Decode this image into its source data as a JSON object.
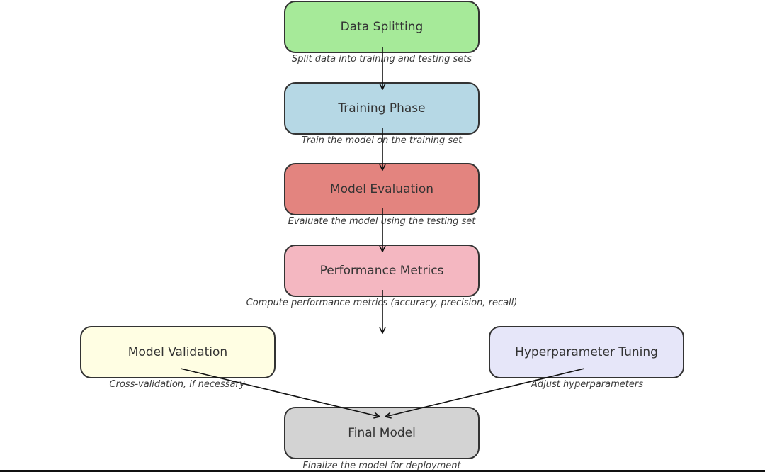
{
  "nodes": [
    {
      "id": "data_splitting",
      "label": "Data Splitting",
      "caption": "Split data into training and testing sets",
      "color": "#a6ea99"
    },
    {
      "id": "training_phase",
      "label": "Training Phase",
      "caption": "Train the model on the training set",
      "color": "#b6d8e5"
    },
    {
      "id": "model_evaluation",
      "label": "Model Evaluation",
      "caption": "Evaluate the model using the testing set",
      "color": "#e3847f"
    },
    {
      "id": "performance_metrics",
      "label": "Performance Metrics",
      "caption": "Compute performance metrics (accuracy, precision, recall)",
      "color": "#f4b7c1"
    },
    {
      "id": "model_validation",
      "label": "Model Validation",
      "caption": "Cross-validation, if necessary",
      "color": "#fffee3"
    },
    {
      "id": "hyperparameter_tuning",
      "label": "Hyperparameter Tuning",
      "caption": "Adjust hyperparameters",
      "color": "#e6e6f9"
    },
    {
      "id": "final_model",
      "label": "Final Model",
      "caption": "Finalize the model for deployment",
      "color": "#d3d3d3"
    }
  ],
  "edges": [
    {
      "from": "data_splitting",
      "to": "training_phase"
    },
    {
      "from": "training_phase",
      "to": "model_evaluation"
    },
    {
      "from": "model_evaluation",
      "to": "performance_metrics"
    },
    {
      "from": "performance_metrics",
      "to": ""
    },
    {
      "from": "model_validation",
      "to": "final_model"
    },
    {
      "from": "hyperparameter_tuning",
      "to": "final_model"
    }
  ]
}
